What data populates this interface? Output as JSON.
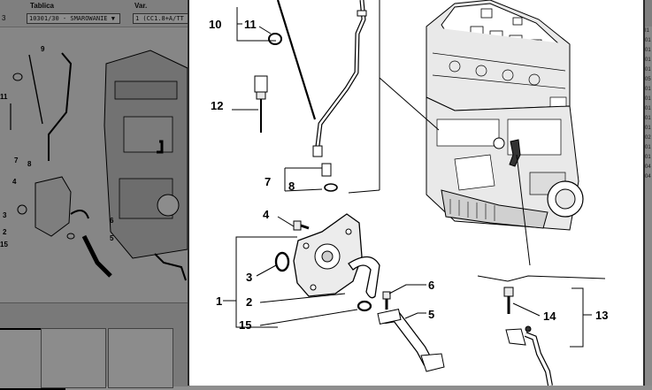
{
  "background_page": {
    "table_label": "Tablica",
    "table_prefix": "3",
    "table_value": "10301/30 - SMAROWANIE ▼",
    "var_label": "Var.",
    "var_value": "1 (CC1.8+A/TT",
    "diagram_callouts": [
      "9",
      "11",
      "7",
      "8",
      "4",
      "3",
      "2",
      "15",
      "6",
      "5"
    ],
    "right_list_header": "I1",
    "right_list_rows": [
      "01",
      "01",
      "01",
      "01",
      "05",
      "01",
      "01",
      "01",
      "01",
      "01",
      "02",
      "01",
      "01",
      "04",
      "04"
    ]
  },
  "zoom_diagram": {
    "callouts": {
      "c10": "10",
      "c11": "11",
      "c12": "12",
      "c7": "7",
      "c8": "8",
      "c4": "4",
      "c1": "1",
      "c3": "3",
      "c2": "2",
      "c15": "15",
      "c6": "6",
      "c5": "5",
      "c14": "14",
      "c13": "13"
    }
  }
}
